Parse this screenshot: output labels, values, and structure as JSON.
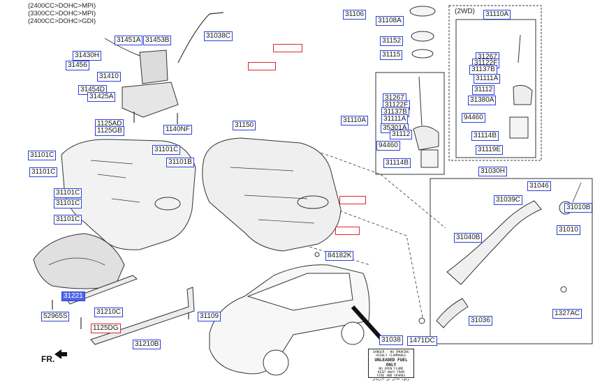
{
  "header": {
    "engine_lines": [
      "(2400CC>DOHC>MPI)",
      "(3300CC>DOHC>MPI)",
      "(2400CC>DOHC>GDI)"
    ],
    "variant_label": "(2WD)",
    "direction_label": "FR."
  },
  "warning_label": {
    "lines": [
      "DANGER - NO SMOKING",
      "HIGHLY FLAMMABLE",
      "UNLEADED FUEL ONLY",
      "NO OPEN FLAME",
      "KEEP AWAY FROM",
      "FIRE AND SPARKS",
      "وقود خالي من الرصاص"
    ]
  },
  "part_labels": [
    "31451A",
    "31453B",
    "31038C",
    "31430H",
    "31456",
    "31410",
    "31454D",
    "31425A",
    "1125AD",
    "1125GB",
    "1140NF",
    "31101C",
    "31101C",
    "31101C",
    "31101B",
    "31101C",
    "31101C",
    "31101C",
    "31221",
    "31210C",
    "52965S",
    "1125DG",
    "31210B",
    "31109",
    "31150",
    "84182K",
    "31106",
    "31108A",
    "31152",
    "31115",
    "31267",
    "31122F",
    "31137B",
    "31111A",
    "35301A",
    "31112",
    "94460",
    "31114B",
    "31110A",
    "31110A",
    "31267",
    "31122F",
    "31137B",
    "31111A",
    "31112",
    "31380A",
    "94460",
    "31114B",
    "31119E",
    "31030H",
    "31046",
    "31039C",
    "31010B",
    "31010",
    "31040B",
    "1327AC",
    "31036",
    "31038",
    "1471DC"
  ],
  "highlight_colors": {
    "label_border": "#2b3fd8",
    "label_highlight": "#5066e8",
    "redbox": "#e0242a"
  }
}
